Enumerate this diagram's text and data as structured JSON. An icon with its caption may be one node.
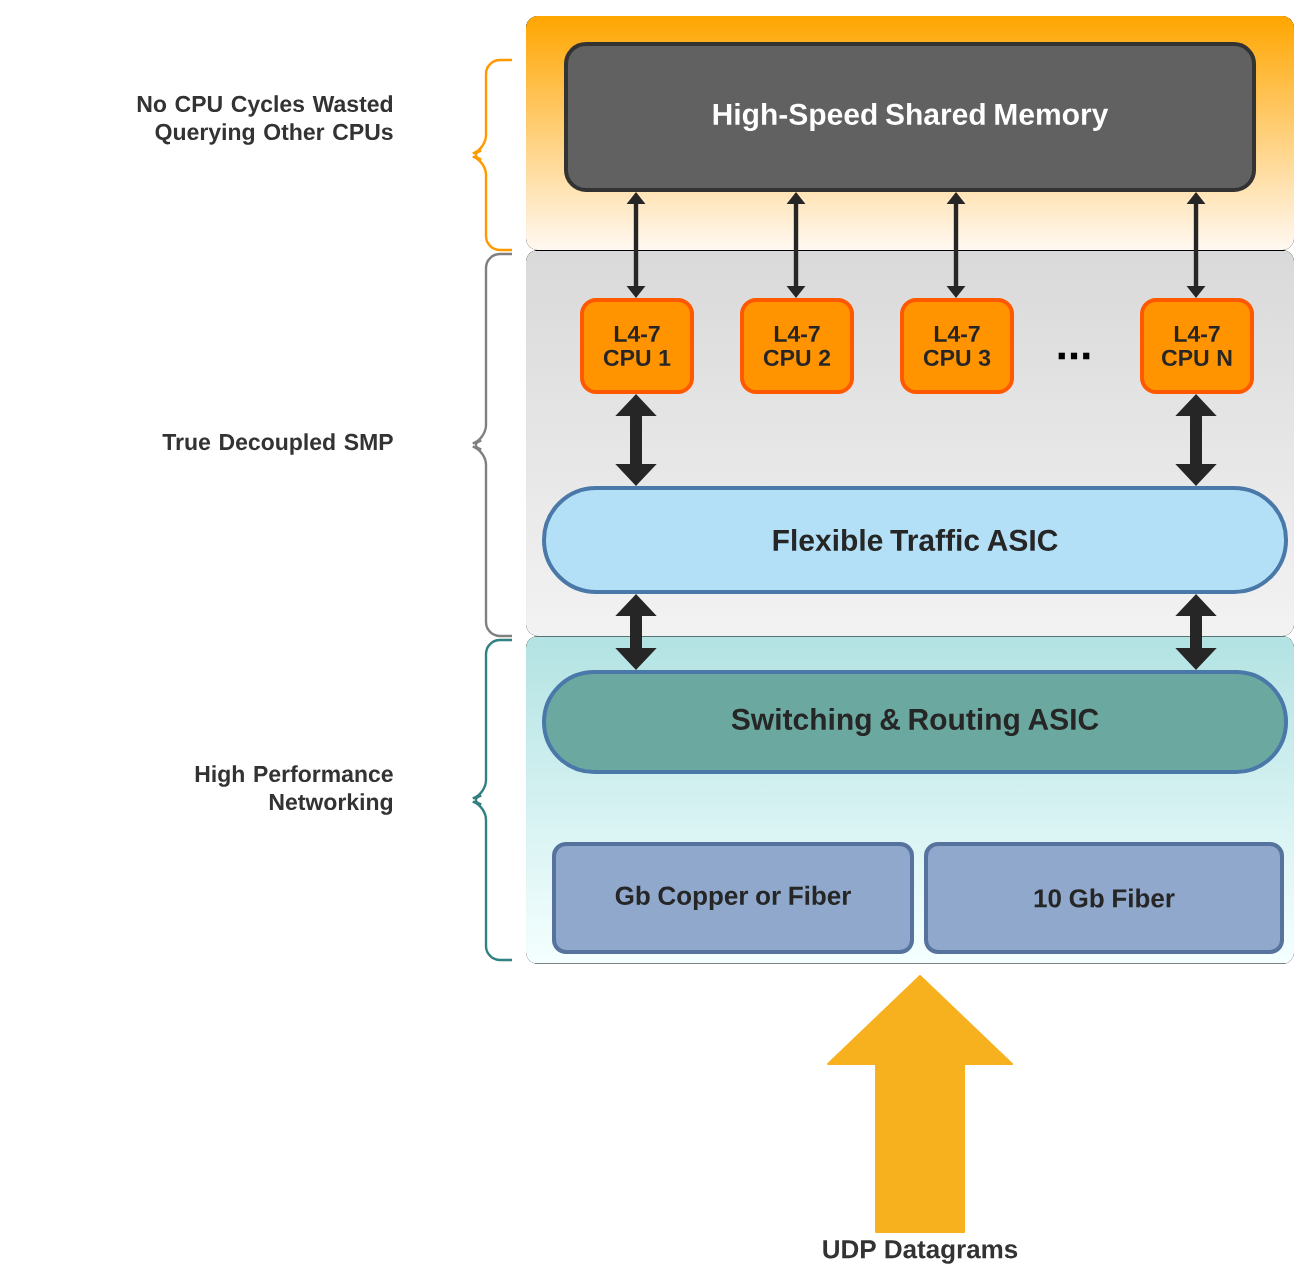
{
  "diagram": {
    "nodes": [
      {
        "text": [
          "High-Speed Shared Memory"
        ]
      },
      {
        "text": [
          "L4-7 CPU 1"
        ]
      },
      {
        "text": [
          "L4-7 CPU 2"
        ]
      },
      {
        "text": [
          "L4-7 CPU 3"
        ]
      },
      {
        "text": [
          "L4-7 CPU N"
        ]
      },
      {
        "text": [
          "Flexible Traffic ASIC"
        ]
      },
      {
        "text": [
          "Switching & Routing ASIC"
        ]
      },
      {
        "text": [
          "Gb Copper or Fiber"
        ]
      },
      {
        "text": [
          "10 Gb Fiber"
        ]
      },
      {
        "text": [
          "UDP Datagrams"
        ]
      }
    ],
    "edges": [
      {
        "from": 0,
        "to": 1,
        "arrow": "both"
      },
      {
        "from": 0,
        "to": 2,
        "arrow": "both"
      },
      {
        "from": 0,
        "to": 3,
        "arrow": "both"
      },
      {
        "from": 0,
        "to": 4,
        "arrow": "both"
      },
      {
        "from": 1,
        "to": 5,
        "arrow": "both",
        "style": "thick"
      },
      {
        "from": 4,
        "to": 5,
        "arrow": "both",
        "style": "thick"
      },
      {
        "from": 5,
        "to": 6,
        "arrow": "both",
        "style": "thick"
      },
      {
        "from": 5,
        "to": 6,
        "arrow": "both",
        "style": "thick"
      },
      {
        "from": 9,
        "to": null,
        "arrow": "to",
        "style": "thick",
        "color": "#f8b11e"
      }
    ],
    "labels": [
      "No CPU Cycles Wasted Querying Other CPUs",
      "True Decoupled SMP",
      "High Performance Networking",
      "..."
    ]
  }
}
